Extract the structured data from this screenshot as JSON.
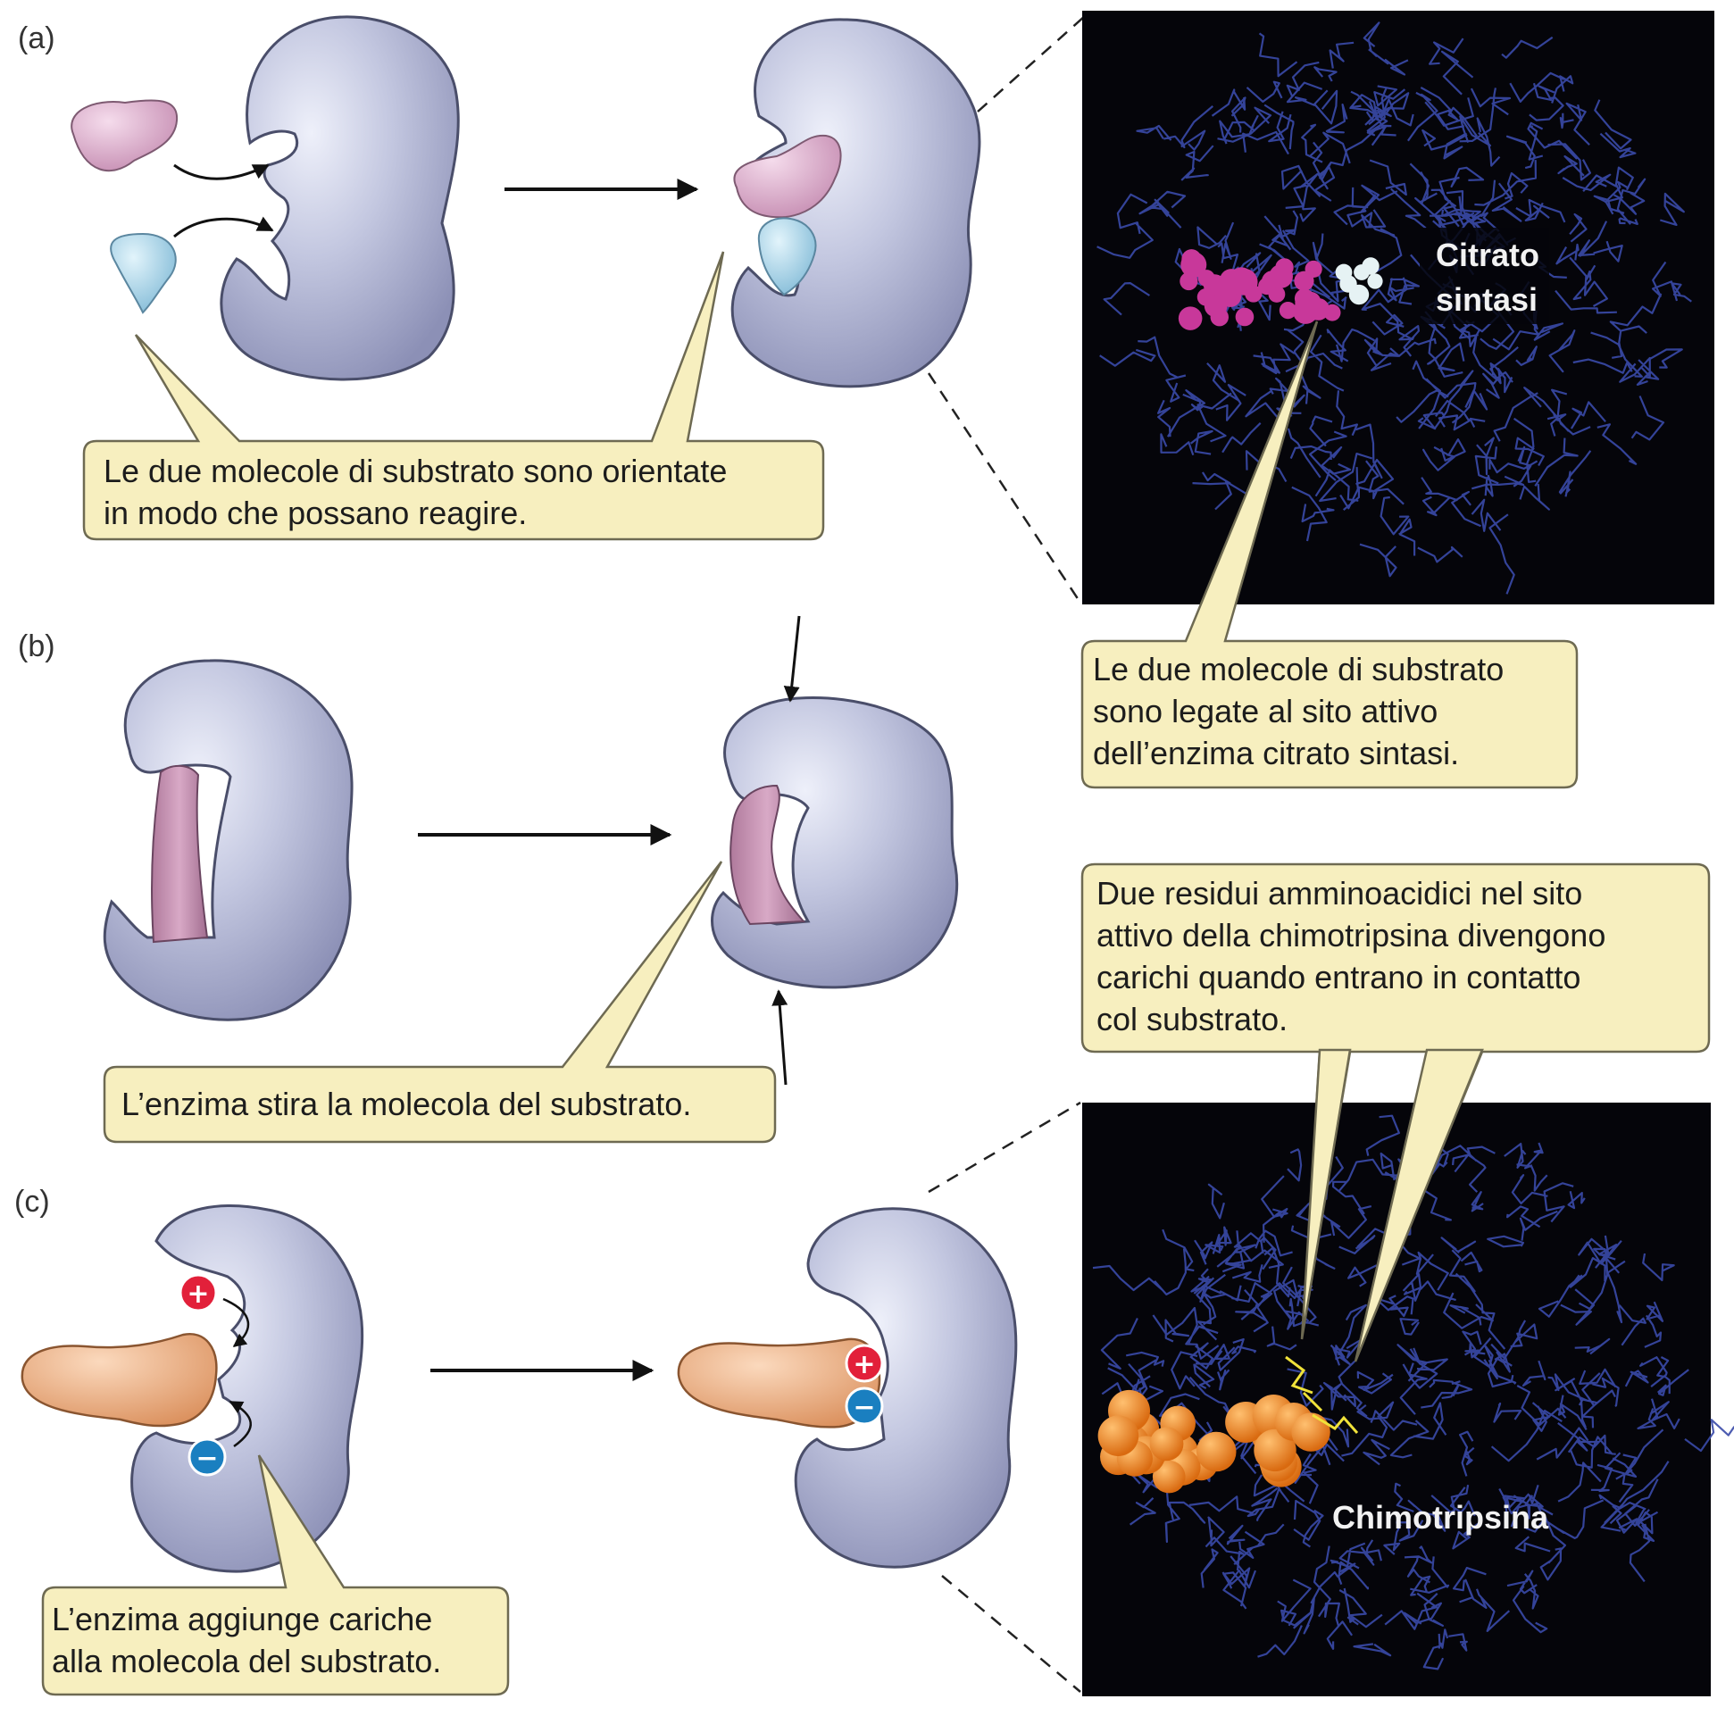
{
  "panels": {
    "a": {
      "letter": "(a)",
      "callout_lines": [
        "Le due molecole di substrato sono orientate",
        "in modo che possano reagire."
      ],
      "photo_label_lines": [
        "Citrato",
        "sintasi"
      ],
      "photo_callout_lines": [
        "Le due molecole di substrato",
        "sono legate al sito attivo",
        "dell’enzima citrato sintasi."
      ]
    },
    "b": {
      "letter": "(b)",
      "callout_lines": [
        "L’enzima stira la molecola del substrato."
      ]
    },
    "c": {
      "letter": "(c)",
      "callout_lines": [
        "L’enzima aggiunge cariche",
        "alla molecola del substrato."
      ],
      "photo_label": "Chimotripsina",
      "photo_callout_lines": [
        "Due residui amminoacidici nel sito",
        "attivo della chimotripsina divengono",
        "carichi quando entrano in contatto",
        "col substrato."
      ],
      "signs": {
        "plus": "+",
        "minus": "−"
      }
    }
  },
  "colors": {
    "callout_fill": "#f7efbf",
    "callout_stroke": "#6e6a52",
    "enzyme_fill": "#b4b8d6",
    "substrate_pink": "#d9a8c8",
    "substrate_blue": "#9fd0e6",
    "substrate_orange": "#e8a978",
    "photo_bg": "#05050a",
    "protein_blue": "#3a4aa8",
    "citrate_magenta": "#c8389a",
    "chymo_orange": "#e7801e",
    "plus_red": "#e2203a",
    "minus_blue": "#1a7fc0"
  }
}
